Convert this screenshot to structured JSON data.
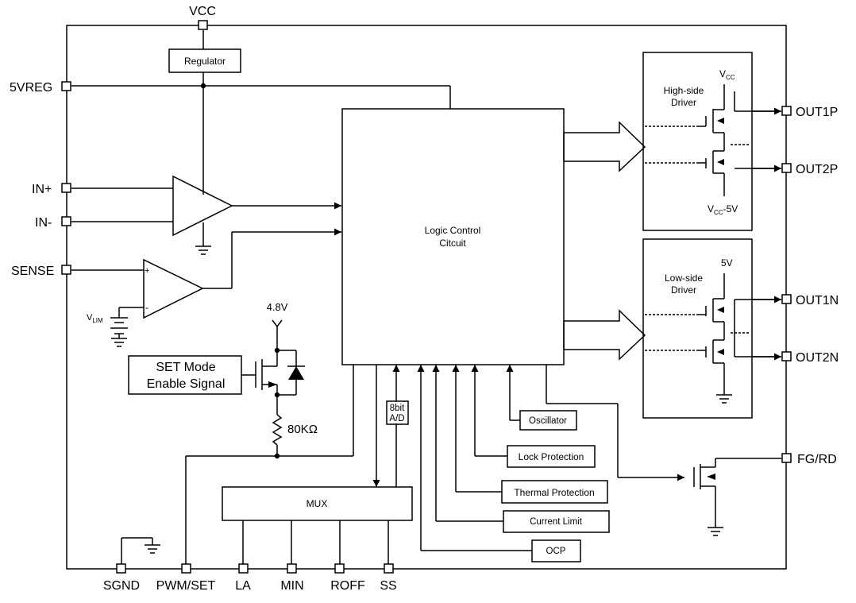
{
  "pins": {
    "vcc": "VCC",
    "vreg": "5VREG",
    "in_plus": "IN+",
    "in_minus": "IN-",
    "sense": "SENSE",
    "out1p": "OUT1P",
    "out2p": "OUT2P",
    "out1n": "OUT1N",
    "out2n": "OUT2N",
    "fgrd": "FG/RD",
    "sgnd": "SGND",
    "pwmset": "PWM/SET",
    "la": "LA",
    "min": "MIN",
    "roff": "ROFF",
    "ss": "SS"
  },
  "blocks": {
    "regulator": "Regulator",
    "logic_line1": "Logic Control",
    "logic_line2": "Citcuit",
    "mux": "MUX",
    "ad_line1": "8bit",
    "ad_line2": "A/D",
    "oscillator": "Oscillator",
    "lock_protection": "Lock Protection",
    "thermal_protection": "Thermal Protection",
    "current_limit": "Current Limit",
    "ocp": "OCP",
    "set_mode_line1": "SET Mode",
    "set_mode_line2": "Enable Signal"
  },
  "high_side": {
    "title_line1": "High-side",
    "title_line2": "Driver",
    "vcc_main": "V",
    "vcc_sub": "CC",
    "vcc5_main": "V",
    "vcc5_sub": "CC",
    "vcc5_suffix": "-5V"
  },
  "low_side": {
    "title_line1": "Low-side",
    "title_line2": "Driver",
    "supply": "5V"
  },
  "labels": {
    "v48": "4.8V",
    "resistor": "80KΩ",
    "vlim_main": "V",
    "vlim_sub": "LIM",
    "op_plus": "+",
    "op_minus": "-"
  }
}
